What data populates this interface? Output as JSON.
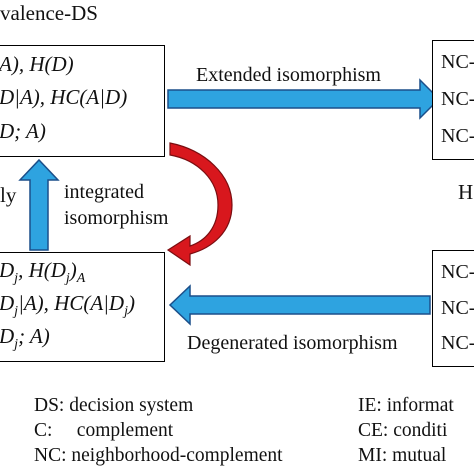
{
  "title_fragment": "valence-DS",
  "left_top_box": {
    "line1": "A), H(D)",
    "line2": "D|A), HC(A|D)",
    "line3": "D; A)"
  },
  "left_bottom_box": {
    "line1": "D",
    "line1_sub": "j",
    "line1_rest": ", H(D",
    "line1_sub2": "j",
    "line1_end": ")",
    "line1_subA": "A",
    "line2": "D",
    "line2_sub": "j",
    "line2_rest": "|A), HC(A|D",
    "line2_sub2": "j",
    "line2_end": ")",
    "line3": "D",
    "line3_sub": "j",
    "line3_rest": "; A)"
  },
  "right_top_box": {
    "items": [
      "NC-",
      "NC-",
      "NC-"
    ]
  },
  "right_bottom_box": {
    "items": [
      "NC-",
      "NC-",
      "NC-"
    ]
  },
  "right_middle_label": "H",
  "left_middle_label": "ly",
  "arrows": {
    "extended": "Extended isomorphism",
    "integrated_line1": "integrated",
    "integrated_line2": "isomorphism",
    "degenerated": "Degenerated isomorphism"
  },
  "legend": {
    "left": [
      "DS: decision system",
      "C:     complement",
      "NC: neighborhood-complement"
    ],
    "right": [
      "IE: informat",
      "CE: conditi",
      "MI: mutual"
    ]
  },
  "colors": {
    "blue_arrow": "#2ea3e0",
    "red_arrow": "#d8171d",
    "border": "#000000"
  }
}
